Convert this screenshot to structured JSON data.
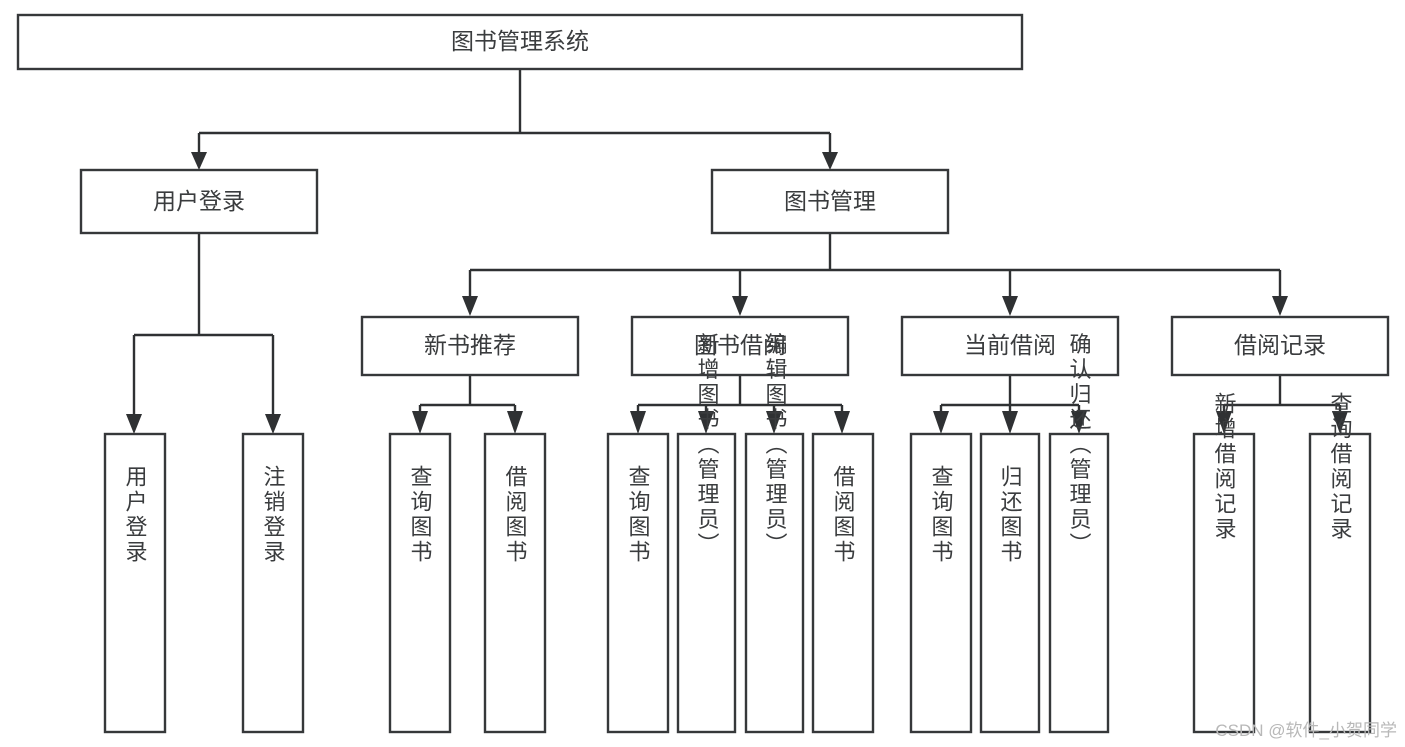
{
  "diagram": {
    "type": "tree-hierarchy-chart",
    "title": "图书管理系统",
    "watermark": "CSDN @软件_小贺同学",
    "colors": {
      "box_fill": "#ffffff",
      "box_stroke": "#36383a",
      "text": "#3a3c3e",
      "connector": "#2f3133",
      "background": "#ffffff",
      "watermark": "#b8b8b8"
    },
    "nodes": {
      "root": {
        "label": "图书管理系统",
        "level": 1
      },
      "level2": [
        {
          "id": "user-login",
          "label": "用户登录"
        },
        {
          "id": "book-manage",
          "label": "图书管理"
        }
      ],
      "level3": [
        {
          "id": "new-book-recommend",
          "label": "新书推荐",
          "parent": "book-manage"
        },
        {
          "id": "book-borrow",
          "label": "图书借阅",
          "parent": "book-manage"
        },
        {
          "id": "current-borrow",
          "label": "当前借阅",
          "parent": "book-manage"
        },
        {
          "id": "borrow-record",
          "label": "借阅记录",
          "parent": "book-manage"
        }
      ],
      "leaves": [
        {
          "id": "leaf-user-login",
          "label": "用户登录",
          "parent": "user-login"
        },
        {
          "id": "leaf-logout-login",
          "label": "注销登录",
          "parent": "user-login"
        },
        {
          "id": "leaf-query-book-1",
          "label": "查询图书",
          "parent": "new-book-recommend"
        },
        {
          "id": "leaf-borrow-book-1",
          "label": "借阅图书",
          "parent": "new-book-recommend"
        },
        {
          "id": "leaf-query-book-2",
          "label": "查询图书",
          "parent": "book-borrow"
        },
        {
          "id": "leaf-add-book",
          "label": "新增图书（管理员）",
          "parent": "book-borrow"
        },
        {
          "id": "leaf-edit-book",
          "label": "编辑图书（管理员）",
          "parent": "book-borrow"
        },
        {
          "id": "leaf-borrow-book-2",
          "label": "借阅图书",
          "parent": "book-borrow"
        },
        {
          "id": "leaf-query-book-3",
          "label": "查询图书",
          "parent": "current-borrow"
        },
        {
          "id": "leaf-return-book",
          "label": "归还图书",
          "parent": "current-borrow"
        },
        {
          "id": "leaf-confirm-return",
          "label": "确认归还（管理员）",
          "parent": "current-borrow"
        },
        {
          "id": "leaf-add-record",
          "label": "新增借阅记录",
          "parent": "borrow-record"
        },
        {
          "id": "leaf-query-record",
          "label": "查询借阅记录",
          "parent": "borrow-record"
        }
      ]
    }
  }
}
